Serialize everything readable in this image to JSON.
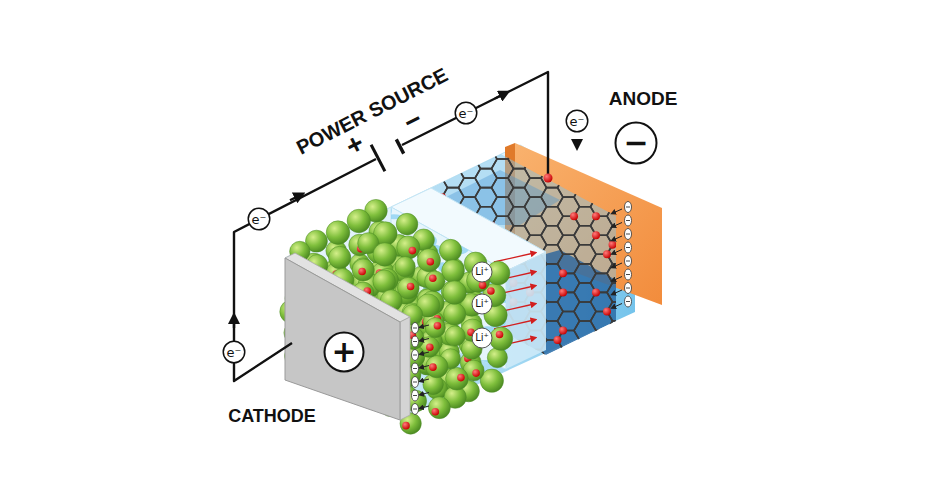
{
  "diagram": {
    "nodes": [
      {
        "text": [
          "e⁻"
        ]
      },
      {
        "text": [
          "e⁻"
        ]
      },
      {
        "text": [
          "−"
        ]
      },
      {
        "text": [
          "e⁻"
        ]
      },
      {
        "text": [
          "Li⁺"
        ]
      },
      {
        "text": [
          "Li⁺"
        ]
      },
      {
        "text": [
          "Li⁺"
        ]
      },
      {
        "text": [
          "+"
        ]
      },
      {
        "text": [
          "e⁻"
        ]
      }
    ],
    "labels": [
      "POWER SOURCE",
      "+",
      "−",
      "ANODE",
      "CATHODE"
    ]
  }
}
